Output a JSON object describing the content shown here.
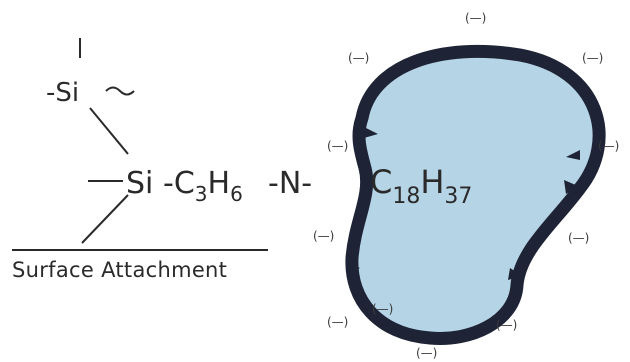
{
  "structure": {
    "si_top": "Si",
    "dash": "-",
    "si_main": "Si",
    "c3h6": {
      "base": "-C",
      "sub1": "3",
      "mid": "H",
      "sub2": "6"
    },
    "n_label": "-N-",
    "c18h37": {
      "base": "C",
      "sub1": "18",
      "mid": "H",
      "sub2": "37"
    }
  },
  "caption": "Surface Attachment",
  "charges": [
    "(—)",
    "(—)",
    "(—)",
    "(—)",
    "(—)",
    "(—)",
    "(—)",
    "(—)",
    "(—)",
    "(—)",
    "(—)"
  ],
  "colors": {
    "blob_fill": "#b5d4e6",
    "blob_outline": "#1e2436",
    "text": "#2a2a2a"
  }
}
